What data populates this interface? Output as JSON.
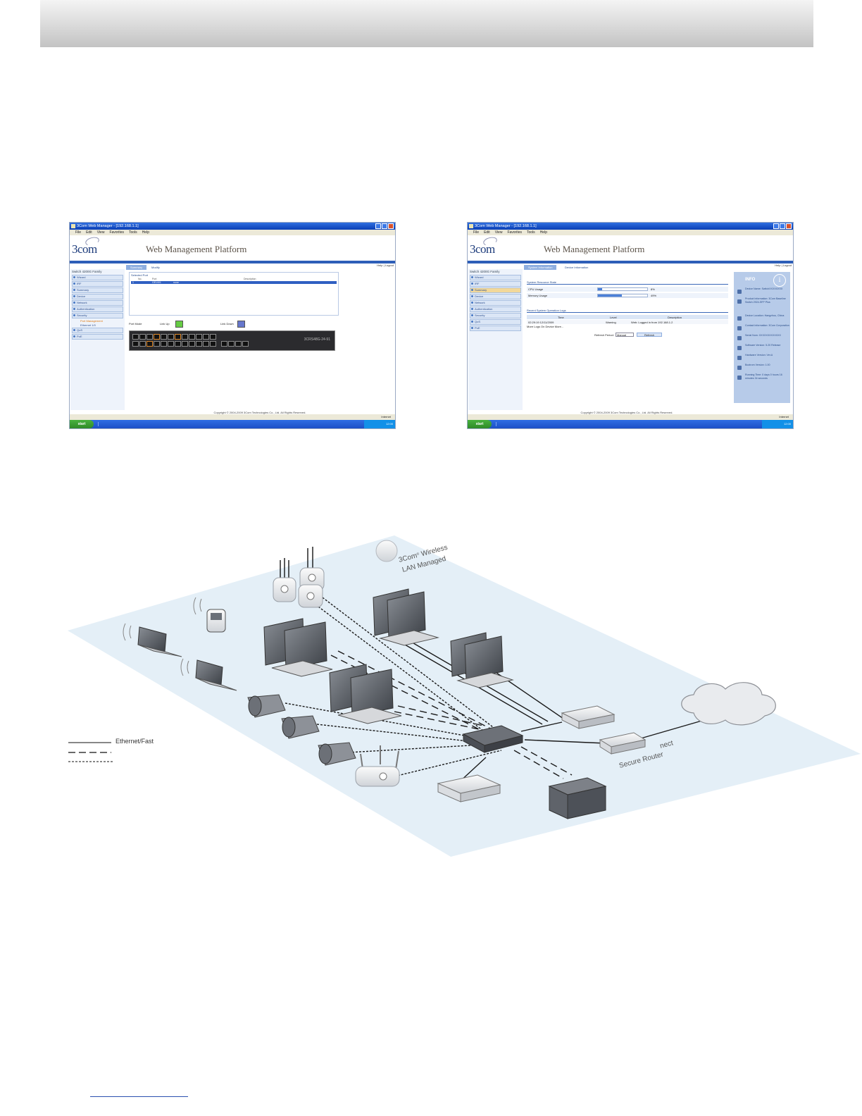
{
  "screenshots": [
    {
      "window_title": "3Com Web Manager - [192.168.1.1]",
      "menu": [
        "File",
        "Edit",
        "View",
        "Favorites",
        "Tools",
        "Help"
      ],
      "logo": "3com",
      "platform_title": "Web Management Platform",
      "help_logout": "Help | Logout",
      "sidebar_header": "Switch 4200G Family",
      "sidebar_items": [
        "Wizard",
        "IRF",
        "Summary",
        "Device",
        "Network",
        "Authentication",
        "Security",
        "QoS",
        "PoE"
      ],
      "sidebar_sub_items": [
        "Port Management",
        "Ethernet 1/0"
      ],
      "tabs": [
        "Summary",
        "Modify"
      ],
      "ports_title": "Selected Port",
      "ports_columns": [
        "No.",
        "Port",
        "Description"
      ],
      "ports_selected_row": [
        "1",
        "GE1/0/1",
        "none"
      ],
      "legend_labels": [
        "Port Mode",
        "Link Up",
        "Link Down"
      ],
      "legend_colors": [
        "#66cc44",
        "#6677cc"
      ],
      "panel_model": "3CRS48G-24-91",
      "footer": "Copyright © 2004-2009 3Com Technologies Co., Ltd. All Rights Reserved.",
      "status": "Internet",
      "start": "start",
      "clock": "12:00"
    },
    {
      "window_title": "3Com Web Manager - [192.168.1.1]",
      "menu": [
        "File",
        "Edit",
        "View",
        "Favorites",
        "Tools",
        "Help"
      ],
      "logo": "3com",
      "platform_title": "Web Management Platform",
      "help_logout": "Help | Logout",
      "sidebar_header": "Switch 4200G Family",
      "sidebar_items": [
        "Wizard",
        "IRF",
        "Summary",
        "Device",
        "Network",
        "Authentication",
        "Security",
        "QoS",
        "PoE"
      ],
      "tabs": [
        "System Information",
        "Device Information"
      ],
      "usage_title": "System Resource State",
      "usage": [
        {
          "label": "CPU Usage",
          "value": 8,
          "pct_text": "8%"
        },
        {
          "label": "Memory Usage",
          "value": 49,
          "pct_text": "49%"
        }
      ],
      "logs_title": "Recent System Operation Logs",
      "log_columns": [
        "Time",
        "Level",
        "Description"
      ],
      "log_row": [
        "02:29:19 12/11/2009",
        "Warning",
        "Web: Logged in from 192.168.1.2"
      ],
      "more_text": "More Logs On Device More...",
      "refresh_label": "Refresh Period:",
      "refresh_value": "Manual",
      "refresh_button": "Refresh",
      "info_title": "INFO",
      "info_items": [
        "Device Name: SwitchXXXXXXXX",
        "Product Information: 3Com Baseline Switch 2924-SFP Plus",
        "Device Location: Hangzhou, China",
        "Contact Information: 3Com Corporation",
        "Serial Num: XXXXXXXXXXXXX",
        "Software Version: 5.20 Release",
        "Hardware Version: Ver.A",
        "Bootrom Version: 1.00",
        "Running Time: 0 days 0 hours 16 minutes 34 seconds"
      ],
      "footer": "Copyright © 2004-2009 3Com Technologies Co., Ltd. All Rights Reserved.",
      "status": "Internet",
      "start": "start",
      "clock": "12:00"
    }
  ],
  "diagram": {
    "wlan_label_line1": "3Com",
    "wlan_label_tm": "®",
    "wlan_label_line1b": " Wireless",
    "wlan_label_line2": "LAN Managed",
    "legend_ethernet": "Ethernet/Fast",
    "router_label": "Secure Router",
    "partial_label": "nect",
    "floor_color": "#e4eff7",
    "line_color": "#1a1a1a"
  }
}
